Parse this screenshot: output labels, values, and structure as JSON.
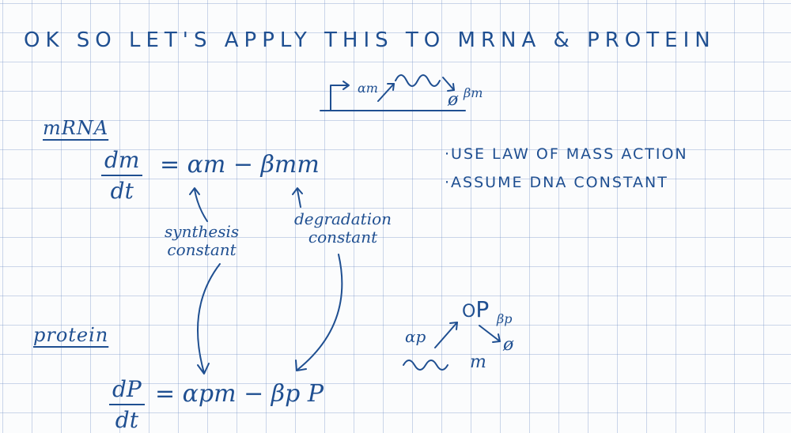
{
  "title": "OK SO LET'S APPLY THIS TO MRNA & PROTEIN",
  "gene_diagram": {
    "alpha_label": "αm",
    "beta_label": "βm",
    "null_symbol": "ø"
  },
  "mrna": {
    "heading": "mRNA",
    "lhs_num": "dm",
    "lhs_den": "dt",
    "rhs": "= αm − βmm",
    "synthesis_label_1": "synthesis",
    "synthesis_label_2": "constant",
    "degradation_label_1": "degradation",
    "degradation_label_2": "constant"
  },
  "bullets": [
    "·USE LAW OF MASS ACTION",
    "·ASSUME DNA CONSTANT"
  ],
  "protein": {
    "heading": "protein",
    "lhs_num": "dP",
    "lhs_den": "dt",
    "rhs": "= αpm − βp P"
  },
  "protein_diagram": {
    "alpha_label": "αp",
    "P_label": "P",
    "beta_label": "βp",
    "m_label": "m",
    "null_symbol": "ø"
  },
  "ink_color": "#1f4f91"
}
